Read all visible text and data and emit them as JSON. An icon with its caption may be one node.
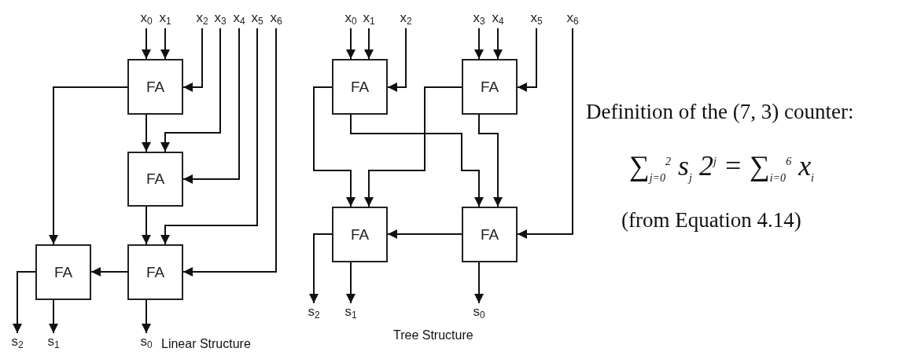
{
  "diagram": {
    "nodes": [
      {
        "text": [
          "x$_{0}$"
        ]
      },
      {
        "text": [
          "x$_{1}$"
        ]
      },
      {
        "text": [
          "x$_{2}$"
        ]
      },
      {
        "text": [
          "x$_{3}$"
        ]
      },
      {
        "text": [
          "x$_{4}$"
        ]
      },
      {
        "text": [
          "x$_{5}$"
        ]
      },
      {
        "text": [
          "x$_{6}$"
        ]
      },
      {
        "text": [
          "FA"
        ]
      },
      {
        "text": [
          "FA"
        ]
      },
      {
        "text": [
          "FA"
        ]
      },
      {
        "text": [
          "FA"
        ]
      },
      {
        "text": [
          "s$_{2}$"
        ]
      },
      {
        "text": [
          "s$_{1}$"
        ]
      },
      {
        "text": [
          "s$_{0}$"
        ]
      },
      {
        "text": [
          "x$_{0}$"
        ]
      },
      {
        "text": [
          "x$_{1}$"
        ]
      },
      {
        "text": [
          "x$_{2}$"
        ]
      },
      {
        "text": [
          "x$_{3}$"
        ]
      },
      {
        "text": [
          "x$_{4}$"
        ]
      },
      {
        "text": [
          "x$_{5}$"
        ]
      },
      {
        "text": [
          "x$_{6}$"
        ]
      },
      {
        "text": [
          "FA"
        ]
      },
      {
        "text": [
          "FA"
        ]
      },
      {
        "text": [
          "FA"
        ]
      },
      {
        "text": [
          "FA"
        ]
      },
      {
        "text": [
          "s$_{2}$"
        ]
      },
      {
        "text": [
          "s$_{1}$"
        ]
      },
      {
        "text": [
          "s$_{0}$"
        ]
      }
    ],
    "edges": [
      {
        "from": 0,
        "to": 7,
        "arrow": "to"
      },
      {
        "from": 1,
        "to": 7,
        "arrow": "to"
      },
      {
        "from": 2,
        "to": 7,
        "arrow": "to"
      },
      {
        "from": 7,
        "to": 8,
        "arrow": "to"
      },
      {
        "from": 3,
        "to": 8,
        "arrow": "to"
      },
      {
        "from": 4,
        "to": 8,
        "arrow": "to"
      },
      {
        "from": 7,
        "to": 9,
        "arrow": "to"
      },
      {
        "from": 8,
        "to": 10,
        "arrow": "to"
      },
      {
        "from": 5,
        "to": 10,
        "arrow": "to"
      },
      {
        "from": 6,
        "to": 10,
        "arrow": "to"
      },
      {
        "from": 10,
        "to": 9,
        "arrow": "to"
      },
      {
        "from": 9,
        "to": 11,
        "arrow": "to"
      },
      {
        "from": 9,
        "to": 12,
        "arrow": "to"
      },
      {
        "from": 10,
        "to": 13,
        "arrow": "to"
      },
      {
        "from": 14,
        "to": 21,
        "arrow": "to"
      },
      {
        "from": 15,
        "to": 21,
        "arrow": "to"
      },
      {
        "from": 16,
        "to": 21,
        "arrow": "to"
      },
      {
        "from": 17,
        "to": 22,
        "arrow": "to"
      },
      {
        "from": 18,
        "to": 22,
        "arrow": "to"
      },
      {
        "from": 19,
        "to": 22,
        "arrow": "to"
      },
      {
        "from": 21,
        "to": 23,
        "arrow": "to"
      },
      {
        "from": 22,
        "to": 23,
        "arrow": "to"
      },
      {
        "from": 21,
        "to": 24,
        "arrow": "to"
      },
      {
        "from": 22,
        "to": 24,
        "arrow": "to"
      },
      {
        "from": 20,
        "to": 24,
        "arrow": "to"
      },
      {
        "from": 24,
        "to": 23,
        "arrow": "to"
      },
      {
        "from": 23,
        "to": 25,
        "arrow": "to"
      },
      {
        "from": 23,
        "to": 26,
        "arrow": "to"
      },
      {
        "from": 24,
        "to": 27,
        "arrow": "to"
      }
    ],
    "labels": [
      "Definition of the (7, 3) counter:",
      "∑$_{j=0}$$^{2}$ s$_{j}$ 2$^{j}$ = ∑$_{i=0}$$^{6}$ x$_{i}$",
      "(from Equation 4.14)",
      "Tree Structure",
      "Linear Structure"
    ]
  }
}
